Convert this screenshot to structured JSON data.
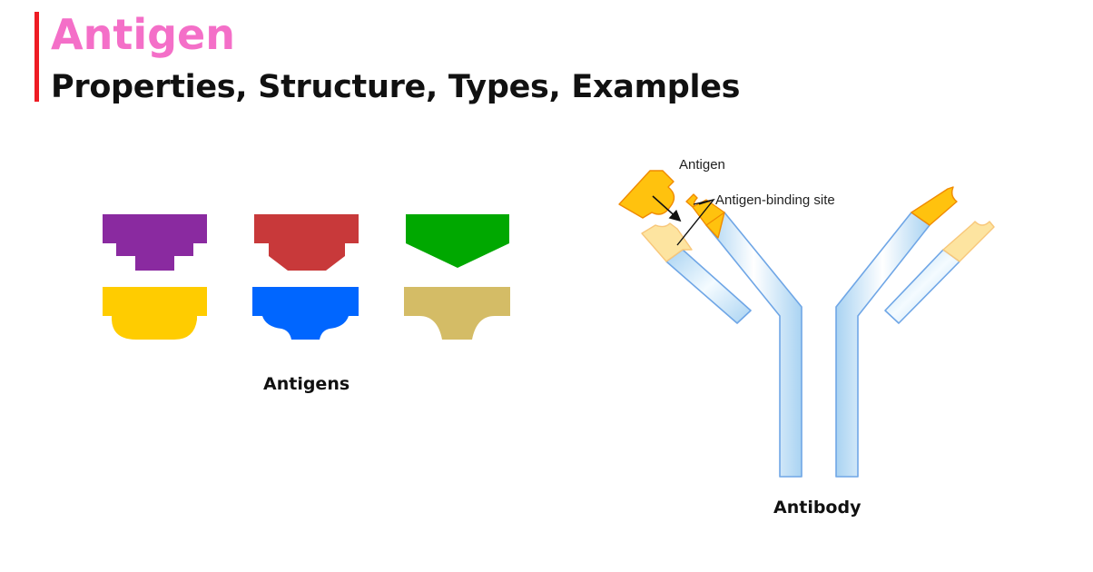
{
  "header": {
    "title": "Antigen",
    "subtitle": "Properties, Structure, Types, Examples",
    "title_color": "#f46fc8",
    "accent_bar_color": "#ee1c24"
  },
  "antigens_panel": {
    "caption": "Antigens",
    "shapes": [
      {
        "name": "stepped",
        "color": "#8a2aa0"
      },
      {
        "name": "chamfered",
        "color": "#c8393a"
      },
      {
        "name": "pointed",
        "color": "#00a800"
      },
      {
        "name": "rounded",
        "color": "#ffcc00"
      },
      {
        "name": "notched-curve",
        "color": "#0066ff"
      },
      {
        "name": "concave-curve",
        "color": "#d4bc66"
      }
    ]
  },
  "antibody_panel": {
    "caption": "Antibody",
    "labels": {
      "antigen": "Antigen",
      "binding_site": "Antigen-binding site"
    },
    "colors": {
      "chain_fill": "#cfe9f7",
      "chain_stroke": "#6fa6e6",
      "antigen_fill": "#ffc20e",
      "antigen_stroke": "#f08a00",
      "light_tip_fill": "#fde4a0",
      "light_tip_stroke": "#f8c77a"
    }
  }
}
